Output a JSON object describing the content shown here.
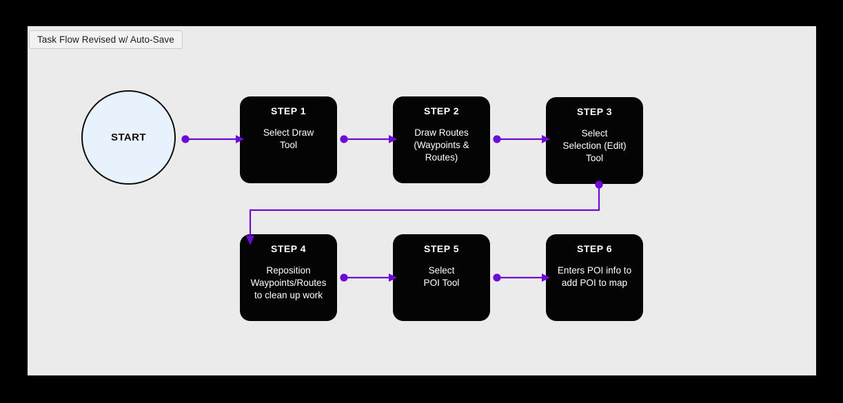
{
  "canvas": {
    "background_color": "#ebebeb",
    "page_background_color": "#000000"
  },
  "title_chip": {
    "label": "Task Flow Revised w/ Auto-Save"
  },
  "start_node": {
    "label": "START",
    "fill_color": "#e8f2fd",
    "border_color": "#0b0b0b"
  },
  "accent_color": "#6e0ad6",
  "steps": [
    {
      "id": "step-1",
      "title": "STEP 1",
      "body": "Select Draw\nTool"
    },
    {
      "id": "step-2",
      "title": "STEP 2",
      "body": "Draw Routes\n(Waypoints &\nRoutes)"
    },
    {
      "id": "step-3",
      "title": "STEP 3",
      "body": "Select\nSelection (Edit)\nTool"
    },
    {
      "id": "step-4",
      "title": "STEP 4",
      "body": "Reposition\nWaypoints/Routes\nto clean up work"
    },
    {
      "id": "step-5",
      "title": "STEP 5",
      "body": "Select\nPOI Tool"
    },
    {
      "id": "step-6",
      "title": "STEP 6",
      "body": "Enters POI info to\nadd POI to map"
    }
  ],
  "connectors": [
    {
      "id": "conn-start-1",
      "from": "START",
      "to": "STEP 1"
    },
    {
      "id": "conn-1-2",
      "from": "STEP 1",
      "to": "STEP 2"
    },
    {
      "id": "conn-2-3",
      "from": "STEP 2",
      "to": "STEP 3"
    },
    {
      "id": "conn-3-4",
      "from": "STEP 3",
      "to": "STEP 4"
    },
    {
      "id": "conn-4-5",
      "from": "STEP 4",
      "to": "STEP 5"
    },
    {
      "id": "conn-5-6",
      "from": "STEP 5",
      "to": "STEP 6"
    }
  ]
}
